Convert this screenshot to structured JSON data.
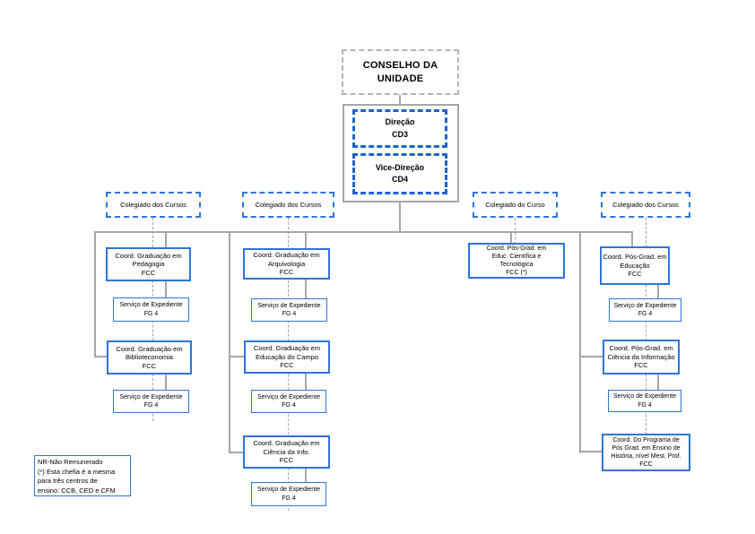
{
  "top": {
    "conselho": "CONSELHO DA\nUNIDADE",
    "direcao": "Direção\nCD3",
    "vice_direcao": "Vice-Direção\nCD4"
  },
  "colegiados": [
    {
      "label": "Colegiado dos Cursos"
    },
    {
      "label": "Colegiado dos Cursos"
    },
    {
      "label": "Colegiado do Curso"
    },
    {
      "label": "Colegiado dos Cursos"
    }
  ],
  "columns": [
    {
      "boxes": [
        {
          "kind": "coord",
          "text": "Coord. Graduação em\nPedagogia\nFCC"
        },
        {
          "kind": "servico",
          "text": "Serviço de Expediente\nFG 4"
        },
        {
          "kind": "coord",
          "text": "Coord. Graduação em\nBiblioteconomia\nFCC"
        },
        {
          "kind": "servico",
          "text": "Serviço de Expediente\nFG 4"
        }
      ]
    },
    {
      "boxes": [
        {
          "kind": "coord",
          "text": "Coord. Graduação em\nArquivologia\nFCC"
        },
        {
          "kind": "servico",
          "text": "Serviço de Expediente\nFG 4"
        },
        {
          "kind": "coord",
          "text": "Coord. Graduação em\nEducação do Campo\nFCC"
        },
        {
          "kind": "servico",
          "text": "Serviço de Expediente\nFG 4"
        },
        {
          "kind": "coord",
          "text": "Coord. Graduação em\nCiência da Info.\nFCC"
        },
        {
          "kind": "servico",
          "text": "Serviço de Expediente\nFG 4"
        }
      ]
    },
    {
      "boxes": [
        {
          "kind": "coord",
          "text": "Coord. Pós-Grad. em\nEduc. Científica e\nTecnológica\nFCC (*)"
        }
      ]
    },
    {
      "boxes": [
        {
          "kind": "coord",
          "text": "Coord. Pós-Grad. em\nEducação\nFCC"
        },
        {
          "kind": "servico",
          "text": "Serviço de Expediente\nFG 4"
        },
        {
          "kind": "coord",
          "text": "Coord. Pós-Grad. em\nCiência da Informação\nFCC"
        },
        {
          "kind": "servico",
          "text": "Serviço de Expediente\nFG 4"
        },
        {
          "kind": "coord",
          "text": "Coord. Do Programa de\nPós Grad. em Ensino de\nHistória, nível Mest. Prof.\nFCC"
        }
      ]
    }
  ],
  "note": {
    "text": "NR-Não Remunerado\n(*) Esta chefia é a mesma\npara três centros de\nensino: CCB, CED e CFM"
  },
  "colors": {
    "blue_border": "#2e75d9",
    "blue_dashed_thick": "#1e62d0",
    "gray_border": "#a6a6a6",
    "gray_dashed": "#a3a3a3",
    "text": "#000000",
    "background": "#ffffff"
  }
}
